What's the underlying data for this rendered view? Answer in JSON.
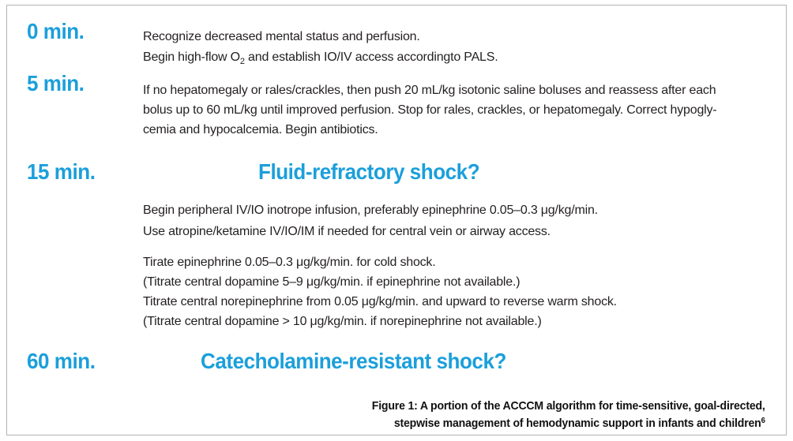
{
  "colors": {
    "accent": "#1b9fdb",
    "body_text": "#231f20",
    "border": "#b3b3b3"
  },
  "timeline": {
    "t0": {
      "label": "0 min.",
      "line1": "Recognize decreased mental status and perfusion.",
      "line2_pre": "Begin high-flow O",
      "line2_sub": "2",
      "line2_post": " and establish IO/IV access accordingto PALS."
    },
    "t5": {
      "label": "5 min.",
      "line1": "If no hepatomegaly or rales/crackles, then push 20 mL/kg isotonic saline boluses and reassess after each",
      "line2": "bolus up to 60 mL/kg until improved perfusion. Stop for rales, crackles, or hepatomegaly. Correct hypogly-",
      "line3": "cemia and hypocalcemia. Begin antibiotics."
    },
    "t15": {
      "label": "15 min.",
      "heading": "Fluid-refractory shock?",
      "para1_line1": "Begin peripheral IV/IO inotrope infusion, preferably epinephrine 0.05–0.3 μg/kg/min.",
      "para1_line2": "Use atropine/ketamine IV/IO/IM if needed for central vein or airway access.",
      "para2_line1": "Tirate epinephrine 0.05–0.3 μg/kg/min. for cold shock.",
      "para2_line2": "(Titrate central dopamine 5–9 μg/kg/min. if epinephrine not available.)",
      "para2_line3": "Titrate central norepinephrine from 0.05 μg/kg/min. and upward to reverse warm shock.",
      "para2_line4": "(Titrate central dopamine > 10 μg/kg/min. if norepinephrine not available.)"
    },
    "t60": {
      "label": "60 min.",
      "heading": "Catecholamine-resistant shock?"
    }
  },
  "caption": {
    "line1": "Figure 1: A portion of the ACCCM algorithm for time-sensitive, goal-directed,",
    "line2": "stepwise management of hemodynamic support in infants and children",
    "superscript": "6"
  }
}
